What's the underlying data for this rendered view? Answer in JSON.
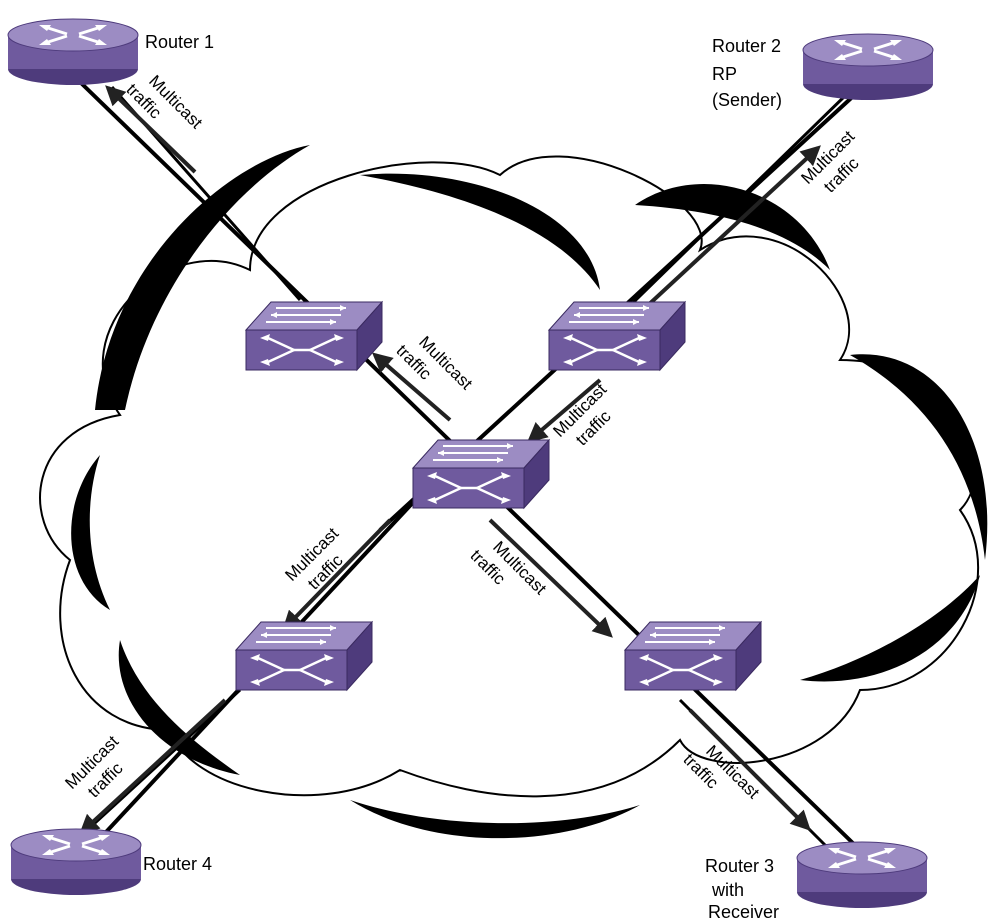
{
  "routers": {
    "r1": {
      "name": "Router 1"
    },
    "r2": {
      "name": "Router 2",
      "role": "RP",
      "detail": "(Sender)"
    },
    "r3": {
      "name": "Router 3",
      "role": "with",
      "detail": "Receiver"
    },
    "r4": {
      "name": "Router 4"
    }
  },
  "links": {
    "r1_label": [
      "Multicast",
      "traffic"
    ],
    "r2_label": [
      "Multicast",
      "traffic"
    ],
    "sw_nw_label": [
      "Multicast",
      "traffic"
    ],
    "sw_ne_label": [
      "Multicast",
      "traffic"
    ],
    "sw_sw_label": [
      "Multicast",
      "traffic"
    ],
    "sw_se_label": [
      "Multicast",
      "traffic"
    ],
    "r4_label": [
      "Multicast",
      "traffic"
    ],
    "r3_label": [
      "Multicast",
      "traffic"
    ]
  },
  "colors": {
    "device_top": "#9c8cc3",
    "device_front": "#6f5a9e",
    "device_side": "#4e3b7c",
    "device_icon": "#ffffff",
    "line": "#000000",
    "arrow": "#222222"
  },
  "icons": {
    "router": "router-icon",
    "switch": "switch-icon"
  }
}
